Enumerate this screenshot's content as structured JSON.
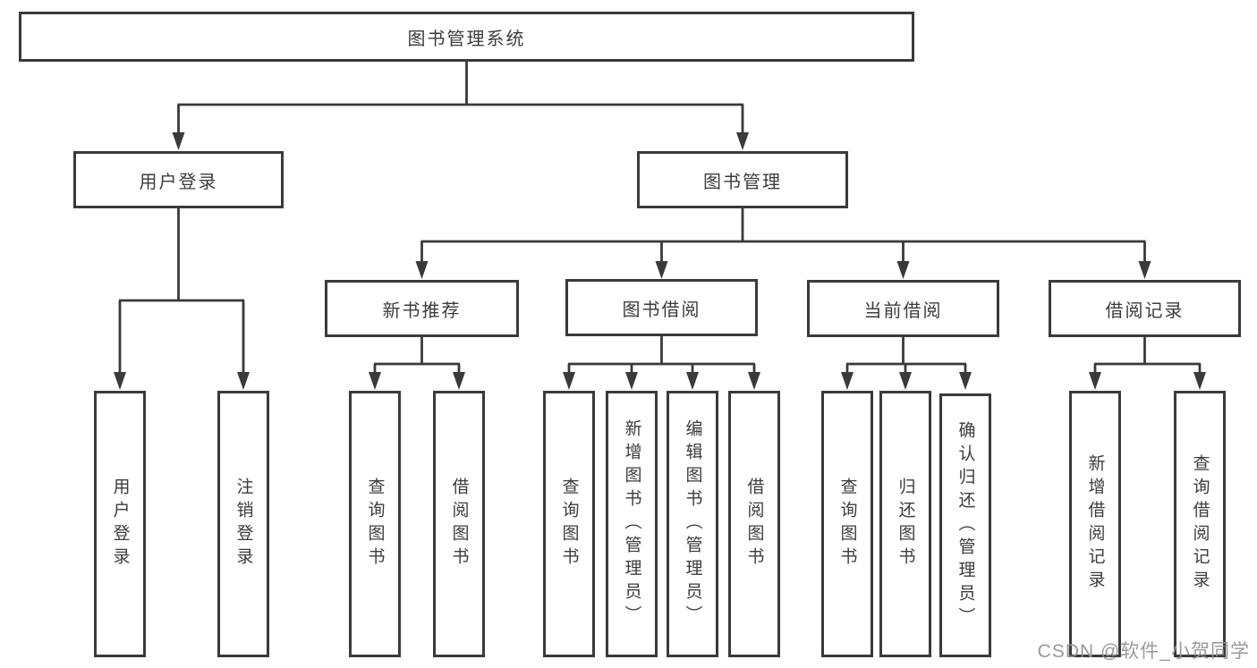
{
  "tree": {
    "root": {
      "label": "图书管理系统",
      "children": [
        {
          "label": "用户登录",
          "children": [
            {
              "label": "用户登录"
            },
            {
              "label": "注销登录"
            }
          ]
        },
        {
          "label": "图书管理",
          "children": [
            {
              "label": "新书推荐",
              "children": [
                {
                  "label": "查询图书"
                },
                {
                  "label": "借阅图书"
                }
              ]
            },
            {
              "label": "图书借阅",
              "children": [
                {
                  "label": "查询图书"
                },
                {
                  "label": "新增图书（管理员）"
                },
                {
                  "label": "编辑图书（管理员）"
                },
                {
                  "label": "借阅图书"
                }
              ]
            },
            {
              "label": "当前借阅",
              "children": [
                {
                  "label": "查询图书"
                },
                {
                  "label": "归还图书"
                },
                {
                  "label": "确认归还（管理员）"
                }
              ]
            },
            {
              "label": "借阅记录",
              "children": [
                {
                  "label": "新增借阅记录"
                },
                {
                  "label": "查询借阅记录"
                }
              ]
            }
          ]
        }
      ]
    }
  },
  "watermark": {
    "text": "CSDN @软件_小贺同学"
  },
  "colors": {
    "line": "#3a3a3a",
    "border": "#3a3a3a",
    "text": "#3c3c3c",
    "background": "#ffffff",
    "watermark": "#949494"
  }
}
